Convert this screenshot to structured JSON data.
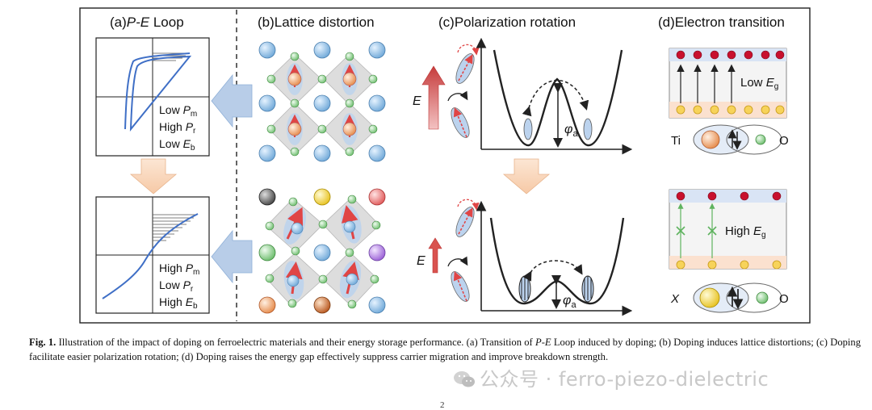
{
  "panels": {
    "a": {
      "prefix": "(a)",
      "italic": "P-E",
      "suffix": " Loop"
    },
    "b": {
      "title": "(b)Lattice distortion"
    },
    "c": {
      "title": "(c)Polarization rotation"
    },
    "d": {
      "title": "(d)Electron transition"
    }
  },
  "loop_top": [
    {
      "base": "Low ",
      "sym": "P",
      "sub": "m"
    },
    {
      "base": "High ",
      "sym": "P",
      "sub": "r"
    },
    {
      "base": "Low ",
      "sym": "E",
      "sub": "b"
    }
  ],
  "loop_bottom": [
    {
      "base": "High ",
      "sym": "P",
      "sub": "m"
    },
    {
      "base": "Low ",
      "sym": "P",
      "sub": "r"
    },
    {
      "base": "High ",
      "sym": "E",
      "sub": "b"
    }
  ],
  "field_label": "E",
  "angle_label": {
    "sym": "φ",
    "sub": "a"
  },
  "gap_top": {
    "base": "Low ",
    "sym": "E",
    "sub": "g"
  },
  "gap_bottom": {
    "base": "High ",
    "sym": "E",
    "sub": "g"
  },
  "orbital_top": {
    "left": "Ti",
    "right": "O"
  },
  "orbital_bottom": {
    "left": "X",
    "right": "O"
  },
  "caption": {
    "label": "Fig. 1.",
    "text_1": "Illustration of the impact of doping on ferroelectric materials and their energy storage performance. (a) Transition of ",
    "italic": "P-E",
    "text_2": " Loop induced by doping; (b) Doping induces lattice distortions; (c) Doping facilitate easier polarization rotation; (d) Doping raises the energy gap effectively suppress carrier migration and improve breakdown strength."
  },
  "watermark": "公众号 · ferro-piezo-dielectric",
  "page_number": "2",
  "colors": {
    "loop": "#3f6fc6",
    "arrow": "#b8cde8",
    "field": "#d9534f",
    "ti": "#f2a46b",
    "o": "#8fd08f",
    "a_site": "#8ec2ea",
    "eg_band_top": "#d9e4f5",
    "eg_band_bot": "#fbe1cf"
  }
}
